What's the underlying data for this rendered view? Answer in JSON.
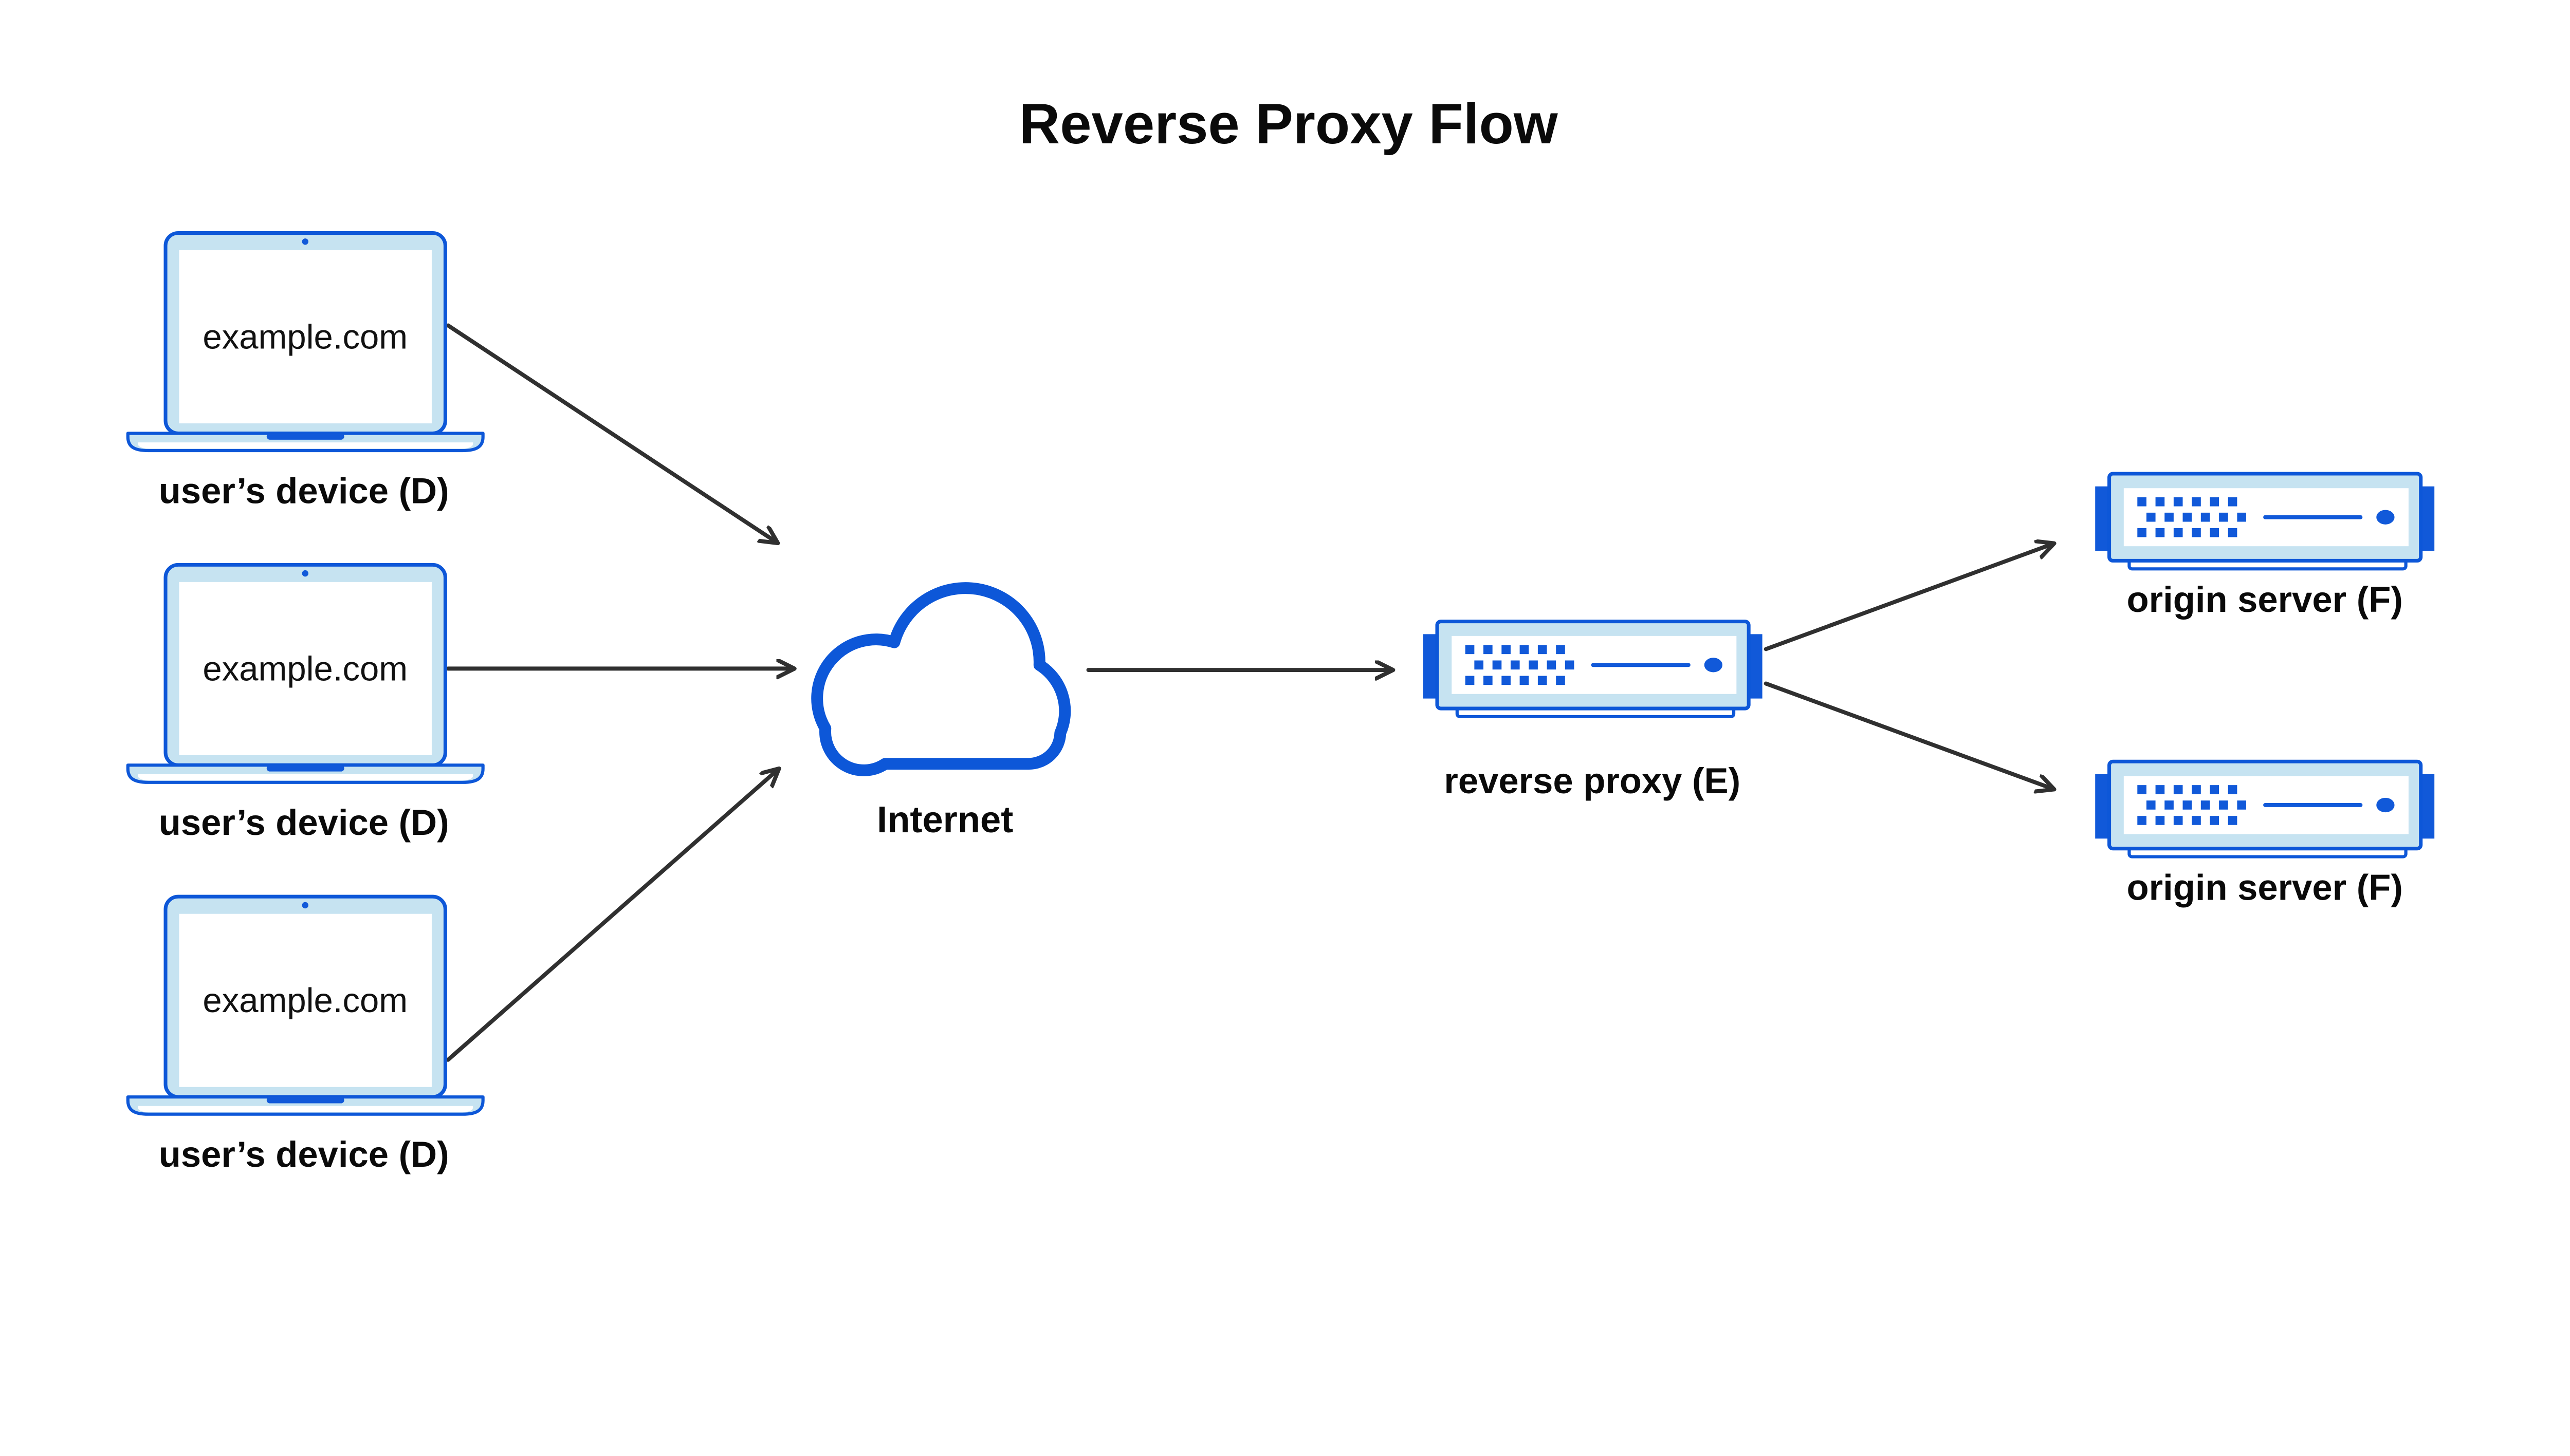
{
  "title": "Reverse Proxy Flow",
  "nodes": {
    "devices": [
      {
        "screen": "example.com",
        "caption": "user’s device (D)"
      },
      {
        "screen": "example.com",
        "caption": "user’s device (D)"
      },
      {
        "screen": "example.com",
        "caption": "user’s device (D)"
      }
    ],
    "internet": {
      "caption": "Internet"
    },
    "proxy": {
      "caption": "reverse proxy (E)"
    },
    "origins": [
      {
        "caption": "origin server (F)"
      },
      {
        "caption": "origin server (F)"
      }
    ]
  },
  "flows": [
    {
      "from": "user-device-1",
      "to": "internet"
    },
    {
      "from": "user-device-2",
      "to": "internet"
    },
    {
      "from": "user-device-3",
      "to": "internet"
    },
    {
      "from": "internet",
      "to": "reverse-proxy"
    },
    {
      "from": "reverse-proxy",
      "to": "origin-server-1"
    },
    {
      "from": "reverse-proxy",
      "to": "origin-server-2"
    }
  ],
  "colors": {
    "stroke_blue": "#0d57d8",
    "accent_blue": "#1159d9",
    "light_blue": "#c6e3f1",
    "arrow": "#303030",
    "text": "#0a0a0a",
    "background": "#ffffff"
  }
}
